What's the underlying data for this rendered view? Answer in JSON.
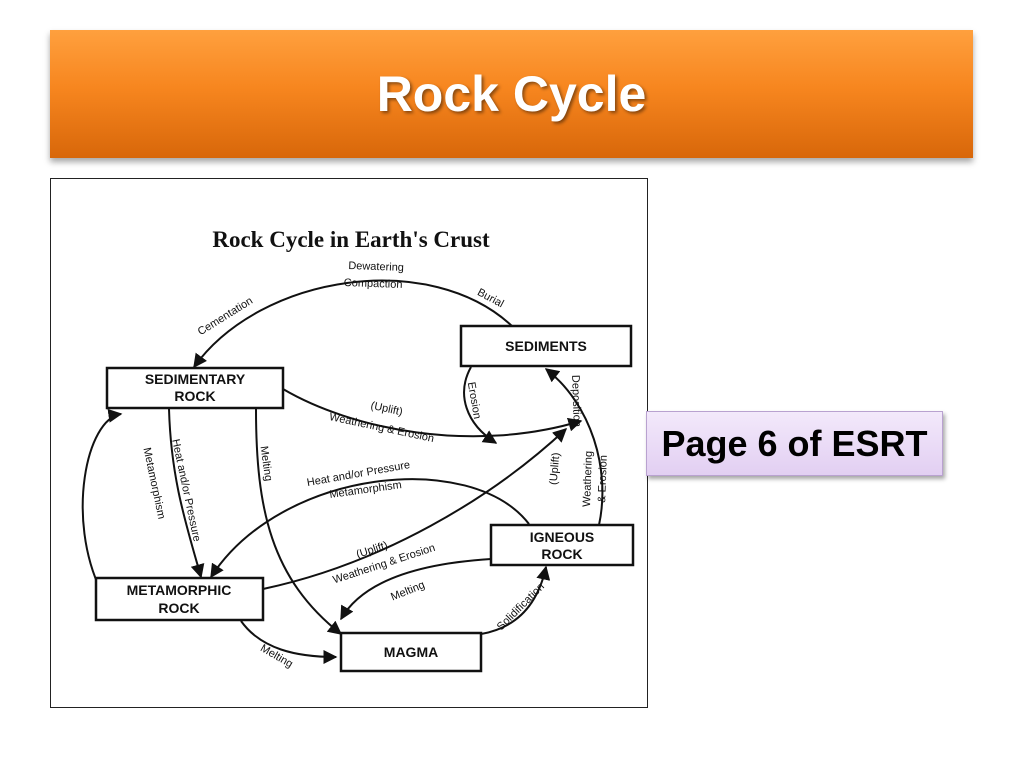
{
  "slide": {
    "title": "Rock Cycle",
    "callout": "Page 6 of ESRT"
  },
  "diagram": {
    "title": "Rock Cycle in Earth's Crust",
    "boxes": {
      "sediments": "SEDIMENTS",
      "sedimentary_line1": "SEDIMENTARY",
      "sedimentary_line2": "ROCK",
      "metamorphic_line1": "METAMORPHIC",
      "metamorphic_line2": "ROCK",
      "igneous_line1": "IGNEOUS",
      "igneous_line2": "ROCK",
      "magma": "MAGMA"
    },
    "labels": {
      "dewatering": "Dewatering",
      "compaction": "Compaction",
      "cementation": "Cementation",
      "burial": "Burial",
      "erosion": "Erosion",
      "deposition": "Deposition",
      "uplift_top": "(Uplift)",
      "weathering_top": "Weathering & Erosion",
      "heat_pressure_left": "Heat and/or Pressure",
      "metamorphism_left": "Metamorphism",
      "melting_center": "Melting",
      "heat_pressure_mid": "Heat and/or Pressure",
      "metamorphism_mid": "Metamorphism",
      "uplift_mid": "(Uplift)",
      "weathering_mid": "Weathering & Erosion",
      "uplift_right": "(Uplift)",
      "weathering_right_1": "Weathering",
      "weathering_right_2": "& Erosion",
      "melting_igneous": "Melting",
      "solidification": "Solidification",
      "melting_bottom": "Melting"
    }
  }
}
